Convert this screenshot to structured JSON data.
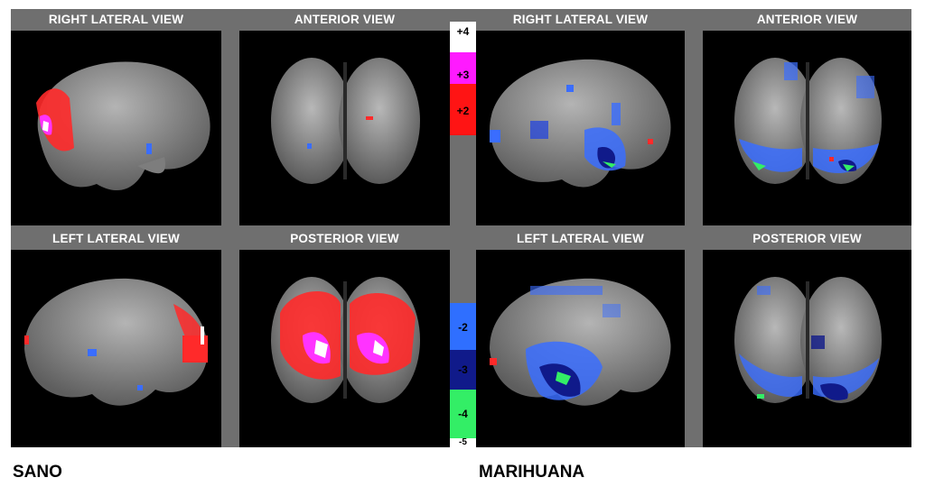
{
  "groups": {
    "left": {
      "label": "SANO"
    },
    "right": {
      "label": "MARIHUANA"
    }
  },
  "views": {
    "sano_right_lateral": {
      "title": "RIGHT LATERAL VIEW"
    },
    "sano_anterior": {
      "title": "ANTERIOR VIEW"
    },
    "sano_left_lateral": {
      "title": "LEFT LATERAL VIEW"
    },
    "sano_posterior": {
      "title": "POSTERIOR VIEW"
    },
    "marihuana_right_lateral": {
      "title": "RIGHT LATERAL VIEW"
    },
    "marihuana_anterior": {
      "title": "ANTERIOR VIEW"
    },
    "marihuana_left_lateral": {
      "title": "LEFT LATERAL VIEW"
    },
    "marihuana_posterior": {
      "title": "POSTERIOR VIEW"
    }
  },
  "color_scale": {
    "plus4": {
      "label": "+4",
      "color": "#ffffff"
    },
    "plus3": {
      "label": "+3",
      "color": "#ff1aff"
    },
    "plus2": {
      "label": "+2",
      "color": "#ff1414"
    },
    "minus2": {
      "label": "-2",
      "color": "#2f6fff"
    },
    "minus3": {
      "label": "-3",
      "color": "#101a8a"
    },
    "minus4": {
      "label": "-4",
      "color": "#33ee66"
    },
    "minus5": {
      "label": "-5",
      "color": "#ffffff"
    }
  },
  "colors": {
    "panel_frame": "#6f6f6f",
    "brain_surface": "#9a9a9a",
    "background": "#000000"
  },
  "icons": {
    "brain": "brain-render-icon"
  }
}
